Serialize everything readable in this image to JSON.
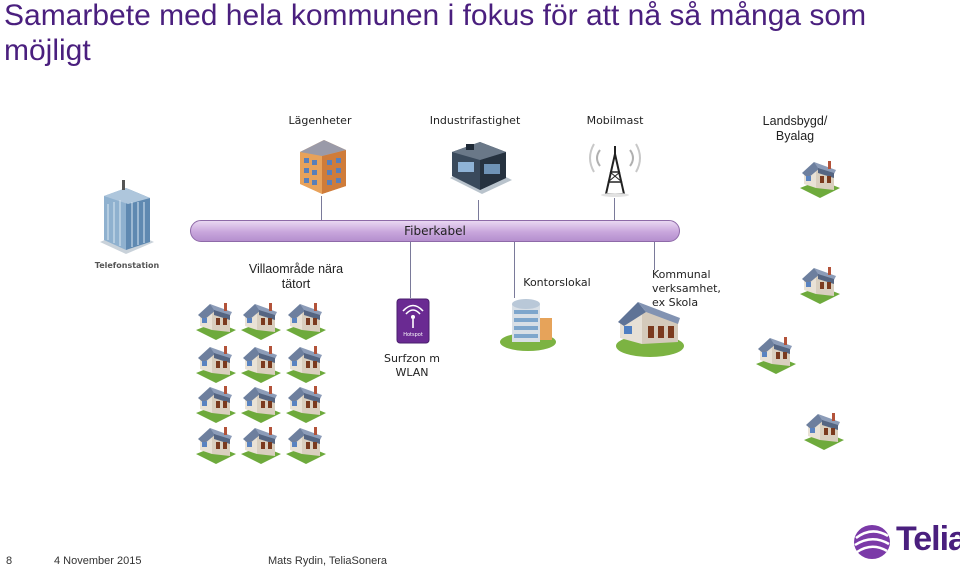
{
  "title": "Samarbete med hela kommunen i fokus för att nå så många som möjligt",
  "top_nodes": {
    "apartments": "Lägenheter",
    "industrial": "Industrifastighet",
    "mobile_mast": "Mobilmast",
    "rural": "Landsbygd/ Byalag"
  },
  "exchange_label": "Telefonstation",
  "fiber_label": "Fiberkabel",
  "bottom_nodes": {
    "villa": "Villaområde nära tätort",
    "wlan": "Surfzon m WLAN",
    "office": "Kontorslokal",
    "municipal": "Kommunal verksamhet, ex Skola"
  },
  "wlan_badge": "Hotspot",
  "footer": {
    "page_number": "8",
    "date": "4 November 2015",
    "author": "Mats Rydin, TeliaSonera"
  },
  "logo_text": "Telia",
  "colors": {
    "accent": "#4a1f7e",
    "fiber": "#c8a6dc"
  }
}
